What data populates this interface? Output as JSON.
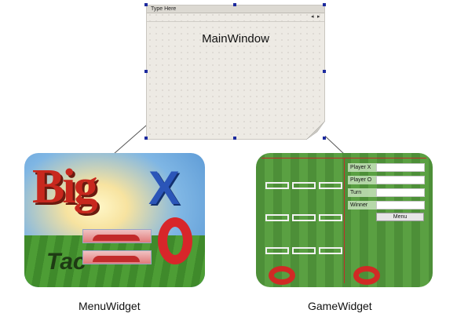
{
  "main_window": {
    "menu_bar_placeholder": "Type Here",
    "title": "MainWindow",
    "nav_left": "◂",
    "nav_right": "▸"
  },
  "menu_widget": {
    "caption": "MenuWidget",
    "logo_big": "Big",
    "logo_tac": "Tac",
    "logo_x": "X",
    "button_1": "",
    "button_2": ""
  },
  "game_widget": {
    "caption": "GameWidget",
    "labels": [
      "Player X",
      "Player O",
      "Turn",
      "Winner"
    ],
    "menu_button": "Menu"
  },
  "colors": {
    "handle": "#1c2a9e",
    "arrow": "#555555"
  }
}
